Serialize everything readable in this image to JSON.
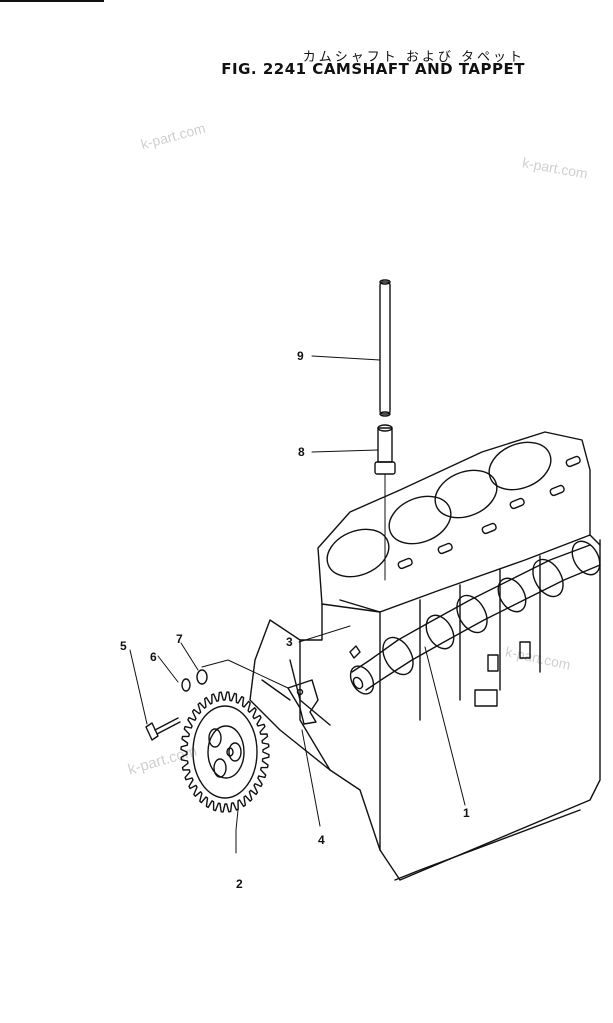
{
  "title_jp": "カムシャフト および タペット",
  "title_en": "FIG. 2241 CAMSHAFT AND TAPPET",
  "watermark": "k-part.com",
  "callouts": {
    "c1": "1",
    "c2": "2",
    "c3": "3",
    "c4": "4",
    "c5": "5",
    "c6": "6",
    "c7": "7",
    "c8": "8",
    "c9": "9"
  },
  "part_icons": {
    "c1": "camshaft-icon",
    "c2": "cam-gear-icon",
    "c3": "key-icon",
    "c4": "thrust-plate-icon",
    "c5": "bolt-icon",
    "c6": "spring-washer-icon",
    "c7": "washer-icon",
    "c8": "tappet-icon",
    "c9": "push-rod-icon"
  }
}
